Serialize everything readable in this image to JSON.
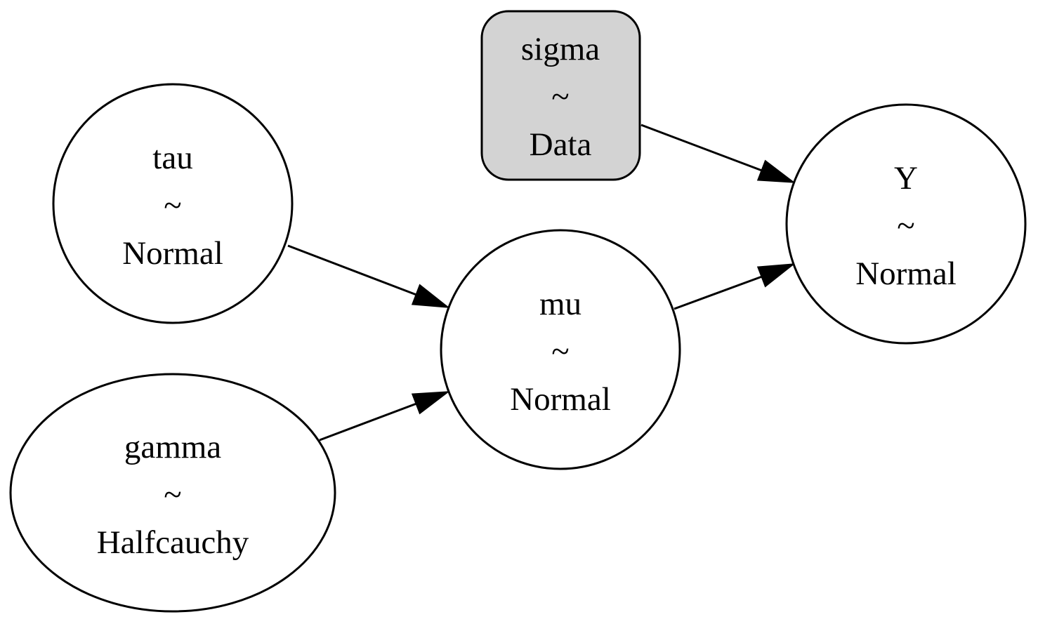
{
  "diagram": {
    "nodes": {
      "tau": {
        "name": "tau",
        "tilde": "~",
        "dist": "Normal"
      },
      "gamma": {
        "name": "gamma",
        "tilde": "~",
        "dist": "Halfcauchy"
      },
      "sigma": {
        "name": "sigma",
        "tilde": "~",
        "dist": "Data",
        "fill": "#d3d3d3",
        "shape": "rounded-box"
      },
      "mu": {
        "name": "mu",
        "tilde": "~",
        "dist": "Normal"
      },
      "Y": {
        "name": "Y",
        "tilde": "~",
        "dist": "Normal"
      }
    },
    "edges": [
      {
        "from": "tau",
        "to": "mu"
      },
      {
        "from": "gamma",
        "to": "mu"
      },
      {
        "from": "sigma",
        "to": "Y"
      },
      {
        "from": "mu",
        "to": "Y"
      }
    ],
    "colors": {
      "node_fill": "#ffffff",
      "observed_fill": "#d3d3d3",
      "stroke": "#000000"
    }
  }
}
